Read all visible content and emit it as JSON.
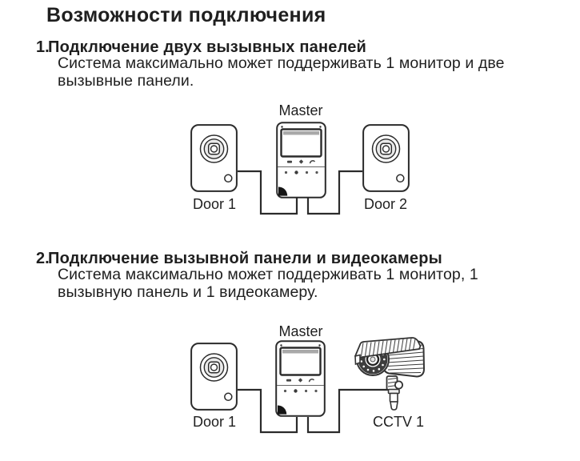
{
  "page": {
    "title": "Возможности подключения",
    "background": "#ffffff",
    "ink": "#1f1f1f",
    "line_color": "#2b2b2b"
  },
  "sections": [
    {
      "number": "1.",
      "heading": "Подключение двух вызывных панелей",
      "body_lines": [
        "Система максимально может поддерживать 1 монитор и две",
        "вызывные панели."
      ],
      "diagram": {
        "master_label": "Master",
        "left_device_label": "Door 1",
        "right_device_label": "Door 2"
      }
    },
    {
      "number": "2.",
      "heading": "Подключение вызывной панели и видеокамеры",
      "body_lines": [
        "Система максимально может поддерживать 1 монитор, 1",
        "вызывную панель и 1 видеокамеру."
      ],
      "diagram": {
        "master_label": "Master",
        "left_device_label": "Door 1",
        "right_device_label": "CCTV 1"
      }
    }
  ]
}
